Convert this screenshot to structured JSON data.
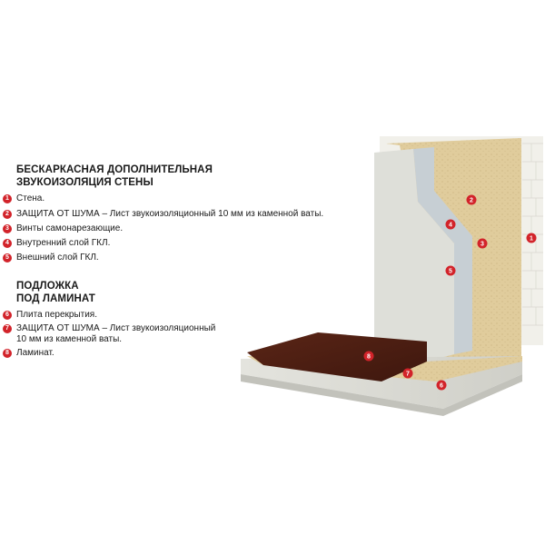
{
  "wall_section": {
    "heading_line1": "БЕСКАРКАСНАЯ ДОПОЛНИТЕЛЬНАЯ",
    "heading_line2": "ЗВУКОИЗОЛЯЦИЯ СТЕНЫ",
    "items": [
      {
        "num": "1",
        "text": "Стена."
      },
      {
        "num": "2",
        "text": "ЗАЩИТА ОТ ШУМА – Лист звукоизоляционный 10 мм из каменной ваты."
      },
      {
        "num": "3",
        "text": "Винты самонарезающие."
      },
      {
        "num": "4",
        "text": "Внутренний слой ГКЛ."
      },
      {
        "num": "5",
        "text": "Внешний слой ГКЛ."
      }
    ]
  },
  "floor_section": {
    "heading_line1": "ПОДЛОЖКА",
    "heading_line2": "ПОД ЛАМИНАТ",
    "items": [
      {
        "num": "6",
        "text": "Плита перекрытия."
      },
      {
        "num": "7",
        "text": "ЗАЩИТА ОТ ШУМА – Лист звукоизоляционный\n10 мм из каменной ваты."
      },
      {
        "num": "8",
        "text": "Ламинат."
      }
    ]
  },
  "markers": [
    "1",
    "2",
    "3",
    "4",
    "5",
    "6",
    "7",
    "8"
  ],
  "colors": {
    "marker": "#d2232a",
    "brick": "#f1f0ea",
    "mineral_wool": "#e0cc9c",
    "drywall_inner": "#c7cfd4",
    "drywall_outer": "#dedfd9",
    "laminate": "#4a1d12",
    "slab": "#d8d8d2"
  }
}
